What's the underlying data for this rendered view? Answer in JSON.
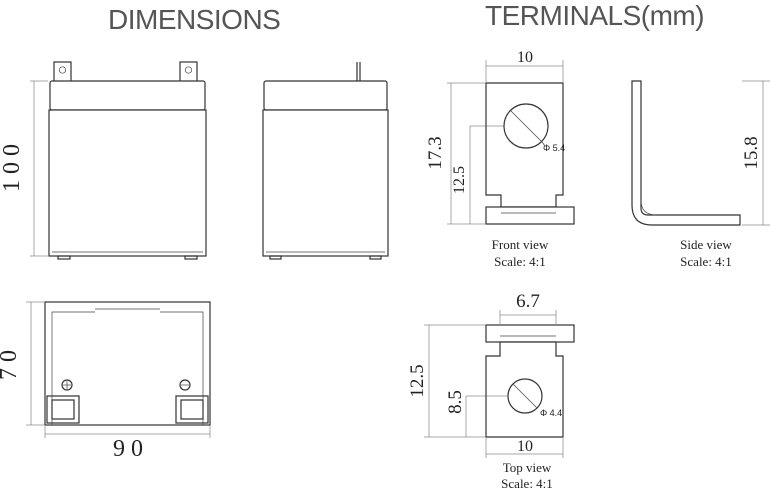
{
  "titles": {
    "dimensions": "DIMENSIONS",
    "terminals": "TERMINALS(mm)"
  },
  "battery": {
    "height": "1 0 0",
    "depth": "7 0",
    "width": "9 0"
  },
  "terminal": {
    "front": {
      "width": "10",
      "total_height": "17.3",
      "hole_height": "12.5",
      "hole_diameter": "Φ 5.4",
      "caption": "Front view",
      "scale": "Scale:  4:1"
    },
    "side": {
      "height": "15.8",
      "caption": "Side view",
      "scale": "Scale:  4:1"
    },
    "top": {
      "top_width": "6.7",
      "total_height": "12.5",
      "hole_height": "8.5",
      "hole_diameter": "Φ 4.4",
      "bottom_width": "10",
      "caption": "Top view",
      "scale": "Scale:  4:1"
    }
  }
}
